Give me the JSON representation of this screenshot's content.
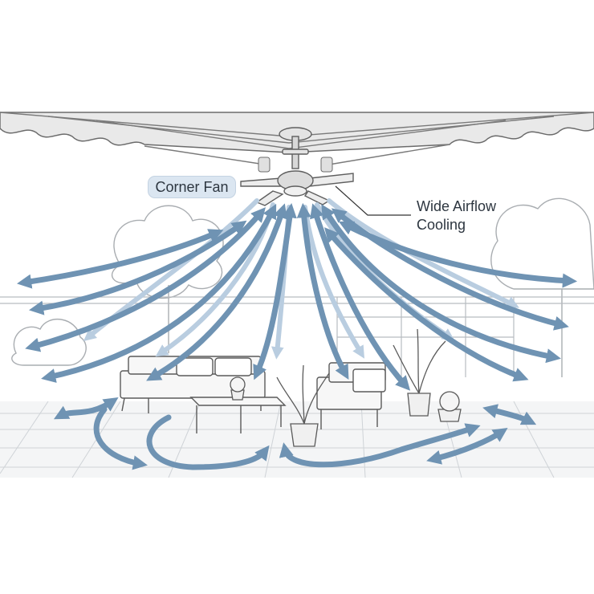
{
  "labels": {
    "fan_label": "Corner Fan",
    "callout_line1": "Wide Airflow",
    "callout_line2": "Cooling"
  },
  "colors": {
    "arrow_main": "#6f93b3",
    "arrow_light": "#b9cde0",
    "label_pill": "#dbe6f1",
    "line_art": "#6b6b6b",
    "ceiling_fill": "#e9e9e9",
    "ground_fill": "#f4f5f6"
  },
  "icons": [
    "ceiling-fan-icon",
    "outdoor-sofa-icon",
    "armchair-icon",
    "coffee-table-icon",
    "potted-plant-icon",
    "tree-icon"
  ]
}
